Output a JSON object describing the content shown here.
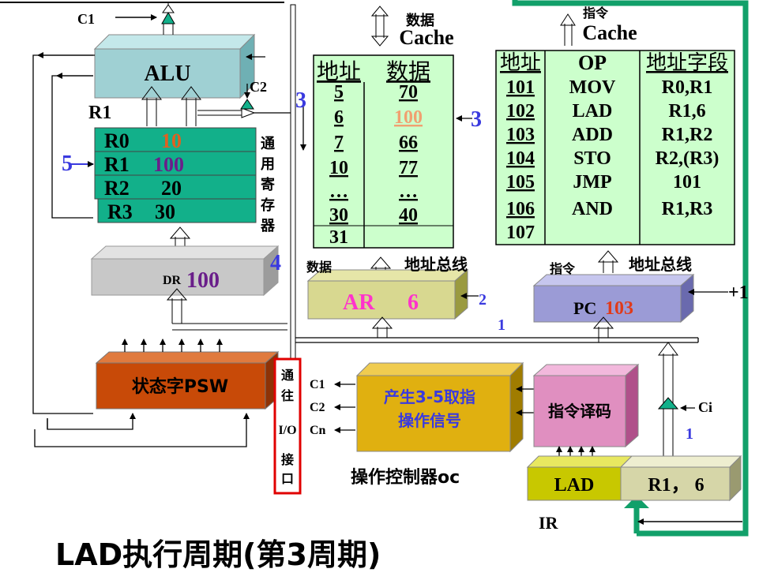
{
  "title": "LAD执行周期(第3周期)",
  "alu": {
    "label": "ALU",
    "c1": "C1",
    "c2": "C2"
  },
  "regs": {
    "group_label": "R1",
    "side_label": [
      "通",
      "用",
      "寄",
      "存",
      "器"
    ],
    "rows": [
      {
        "name": "R0",
        "value": "10"
      },
      {
        "name": "R1",
        "value": "100"
      },
      {
        "name": "R2",
        "value": "20"
      },
      {
        "name": "R3",
        "value": "30"
      }
    ],
    "step": "5"
  },
  "dr": {
    "label": "DR",
    "value": "100",
    "step": "4"
  },
  "psw": {
    "label": "状态字PSW"
  },
  "io": {
    "lines": [
      "通",
      "往",
      "I/O",
      "接",
      "口"
    ]
  },
  "data_cache": {
    "top": "数据",
    "title": "Cache",
    "headers": [
      "地址",
      "数据"
    ],
    "rows": [
      [
        "5",
        "70"
      ],
      [
        "6",
        "100"
      ],
      [
        "7",
        "66"
      ],
      [
        "10",
        "77"
      ],
      [
        "…",
        "…"
      ],
      [
        "30",
        "40"
      ],
      [
        "31",
        ""
      ]
    ],
    "step_left": "3",
    "step_right": "3"
  },
  "ar": {
    "label": "AR",
    "value": "6",
    "step": "2",
    "data_label": "数据",
    "bus_label": "地址总线"
  },
  "inst_cache": {
    "top": "指令",
    "title": "Cache",
    "headers": [
      "地址",
      "OP",
      "地址字段"
    ],
    "rows": [
      [
        "101",
        "MOV",
        "R0,R1"
      ],
      [
        "102",
        "LAD",
        "R1,6"
      ],
      [
        "103",
        "ADD",
        "R1,R2"
      ],
      [
        "104",
        "STO",
        "R2,(R3)"
      ],
      [
        "105",
        "JMP",
        "101"
      ],
      [
        "106",
        "AND",
        "R1,R3"
      ],
      [
        "107",
        "",
        ""
      ]
    ]
  },
  "pc": {
    "label": "PC",
    "value": "103",
    "inc": "+1",
    "inst_label": "指令",
    "bus_label": "地址总线",
    "bus_step": "1"
  },
  "oc": {
    "gen_lines": [
      "产生3-5取指",
      "操作信号"
    ],
    "signals": [
      "C1",
      "C2",
      "Cn"
    ],
    "decode": "指令译码",
    "name": "操作控制器oc"
  },
  "ir": {
    "op": "LAD",
    "operand": "R1， 6",
    "label": "IR",
    "ci": "Ci",
    "step": "1"
  },
  "colors": {
    "alu": "#9fd0d3",
    "reg": "#12b08a",
    "dr": "#c8c8c8",
    "psw": "#c84a08",
    "cache": "#ccffcc",
    "ar": "#d8d890",
    "pc": "#9b9bd6",
    "gen": "#e0b010",
    "decode": "#e08fc0",
    "ir_op": "#c8c800",
    "ir_operand": "#d6d6a8",
    "step": "#3a3adf"
  }
}
